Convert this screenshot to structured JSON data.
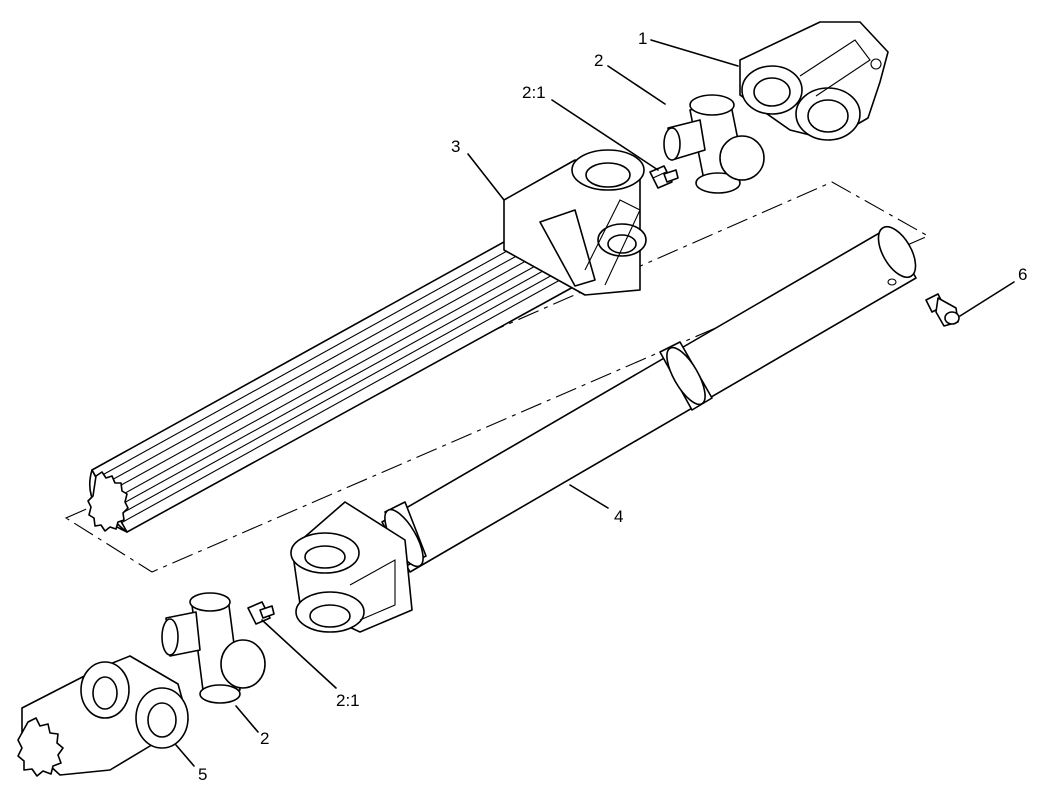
{
  "callouts": [
    {
      "id": "c1",
      "label": "1"
    },
    {
      "id": "c2a",
      "label": "2"
    },
    {
      "id": "c21a",
      "label": "2:1"
    },
    {
      "id": "c3",
      "label": "3"
    },
    {
      "id": "c4",
      "label": "4"
    },
    {
      "id": "c5",
      "label": "5"
    },
    {
      "id": "c6",
      "label": "6"
    },
    {
      "id": "c2b",
      "label": "2"
    },
    {
      "id": "c21b",
      "label": "2:1"
    }
  ]
}
